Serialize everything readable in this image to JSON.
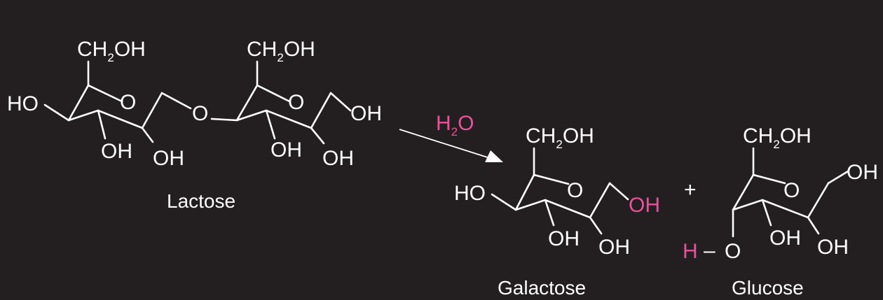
{
  "labels": {
    "ch2": "CH",
    "ch2_sub": "2",
    "oh_suffix": "OH",
    "ho": "HO",
    "oh": "OH",
    "o": "O",
    "water_h": "H",
    "water_sub": "2",
    "water_o": "O",
    "plus": "+",
    "h": "H",
    "dash": "–"
  },
  "captions": {
    "lactose": "Lactose",
    "galactose": "Galactose",
    "glucose": "Glucose"
  },
  "colors": {
    "background": "#231f20",
    "ink": "#ffffff",
    "highlight": "#e9519b"
  }
}
